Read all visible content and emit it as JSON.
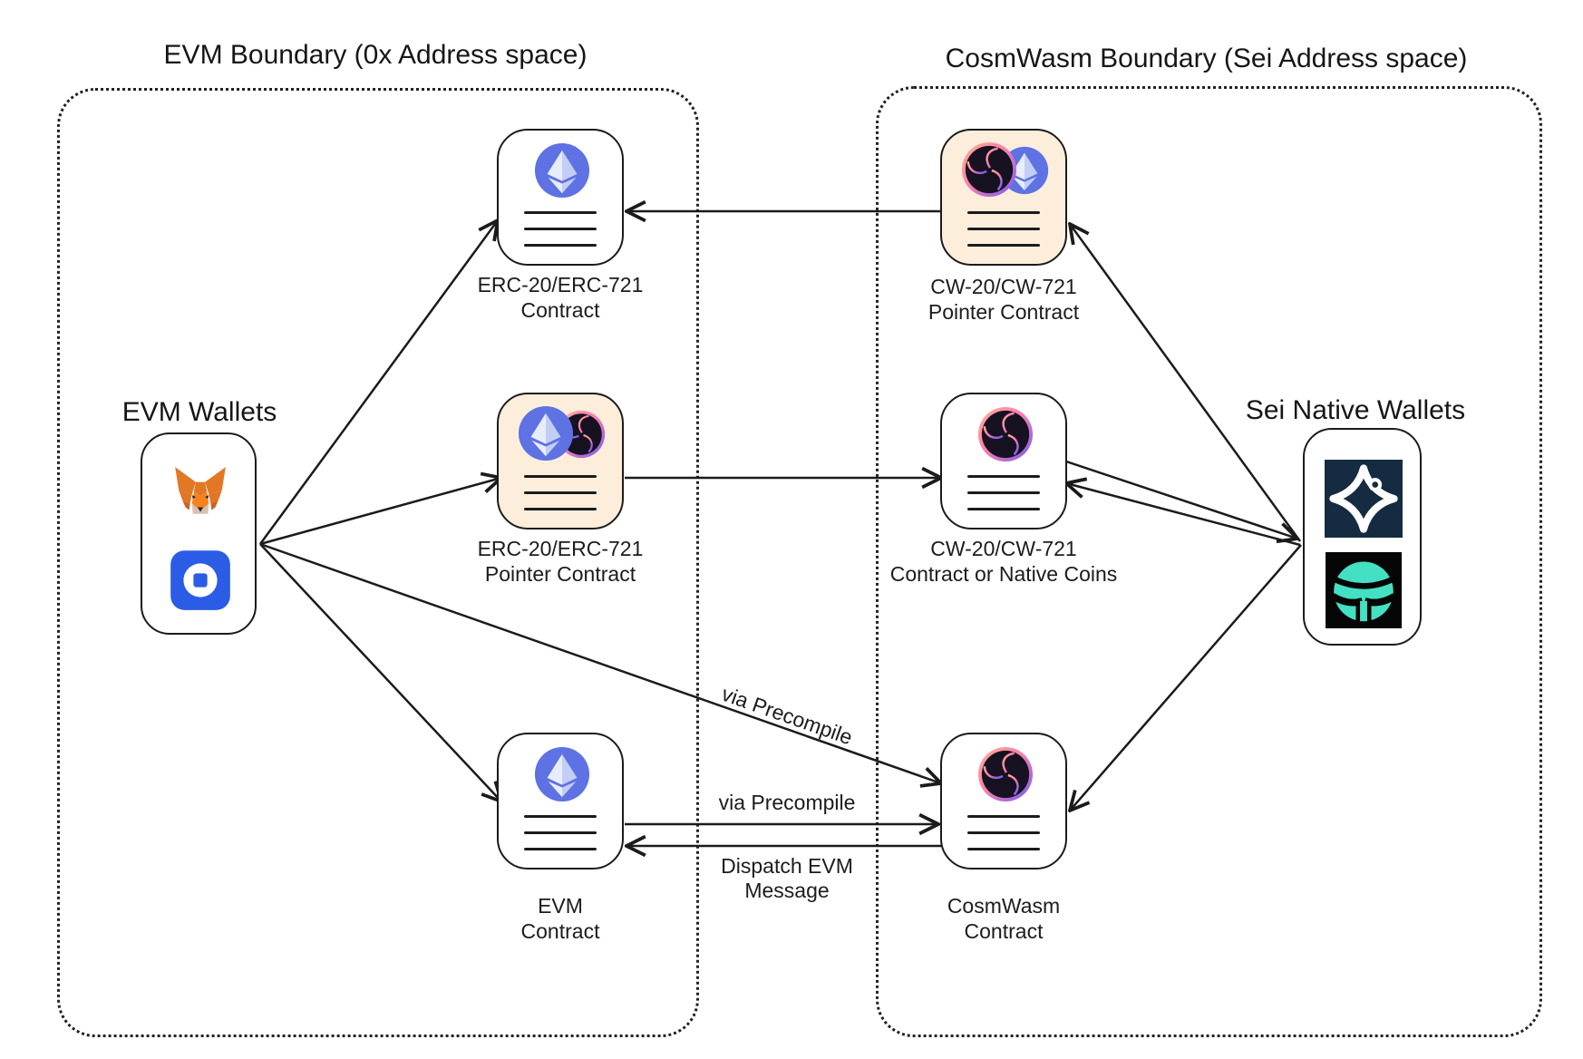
{
  "titles": {
    "evm_boundary": "EVM Boundary (0x Address space)",
    "cosmwasm_boundary": "CosmWasm Boundary (Sei Address space)"
  },
  "wallets": {
    "evm": {
      "label": "EVM Wallets",
      "icons": [
        "metamask-icon",
        "coinbase-wallet-icon"
      ]
    },
    "sei": {
      "label": "Sei Native Wallets",
      "icons": [
        "compass-wallet-icon",
        "fin-wallet-icon"
      ]
    }
  },
  "nodes": {
    "erc_contract": {
      "line1": "ERC-20/ERC-721",
      "line2": "Contract",
      "style": "plain"
    },
    "erc_pointer": {
      "line1": "ERC-20/ERC-721",
      "line2": "Pointer Contract",
      "style": "highlight"
    },
    "evm_contract": {
      "line1": "EVM",
      "line2": "Contract",
      "style": "plain"
    },
    "cw_pointer": {
      "line1": "CW-20/CW-721",
      "line2": "Pointer Contract",
      "style": "highlight"
    },
    "cw_contract": {
      "line1": "CW-20/CW-721",
      "line2": "Contract or Native Coins",
      "style": "plain"
    },
    "cosmwasm_contract": {
      "line1": "CosmWasm",
      "line2": "Contract",
      "style": "plain"
    }
  },
  "edges": {
    "wallet_to_cosmwasm_label": "via Precompile",
    "evm_to_cosmwasm_label": "via Precompile",
    "cosmwasm_to_evm_label": "Dispatch EVM Message"
  },
  "colors": {
    "line": "#1b1b1b",
    "node_bg": "#ffffff",
    "pointer_node_bg": "#fdeedc",
    "eth_blue": "#5e72e4",
    "cosmos_gradient_start": "#ffb095",
    "cosmos_gradient_mid": "#ff7fae",
    "cosmos_gradient_end": "#6f5bf5",
    "cosmos_core": "#171221",
    "compass_navy": "#152b41",
    "fin_teal": "#44e0c3",
    "coinbase_blue": "#2b5ce6",
    "metamask_orange": "#e27726"
  }
}
